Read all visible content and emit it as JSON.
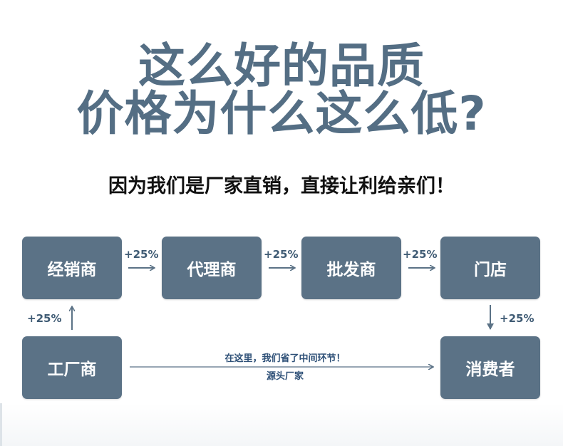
{
  "headline": {
    "line1": "这么好的品质",
    "line2": "价格为什么这么低?"
  },
  "subtitle": "因为我们是厂家直销，直接让利给亲们！",
  "nodes": {
    "distributor": "经销商",
    "agent": "代理商",
    "wholesaler": "批发商",
    "store": "门店",
    "factory": "工厂商",
    "consumer": "消费者"
  },
  "markups": {
    "factory_to_distributor": "+25%",
    "distributor_to_agent": "+25%",
    "agent_to_wholesaler": "+25%",
    "wholesaler_to_store": "+25%",
    "store_to_consumer": "+25%"
  },
  "direct_path": {
    "line1": "在这里，我们省了中间环节！",
    "line2": "源头厂家"
  },
  "colors": {
    "box": "#5b7286",
    "headline": "#546e84",
    "arrow": "#5b7286"
  }
}
